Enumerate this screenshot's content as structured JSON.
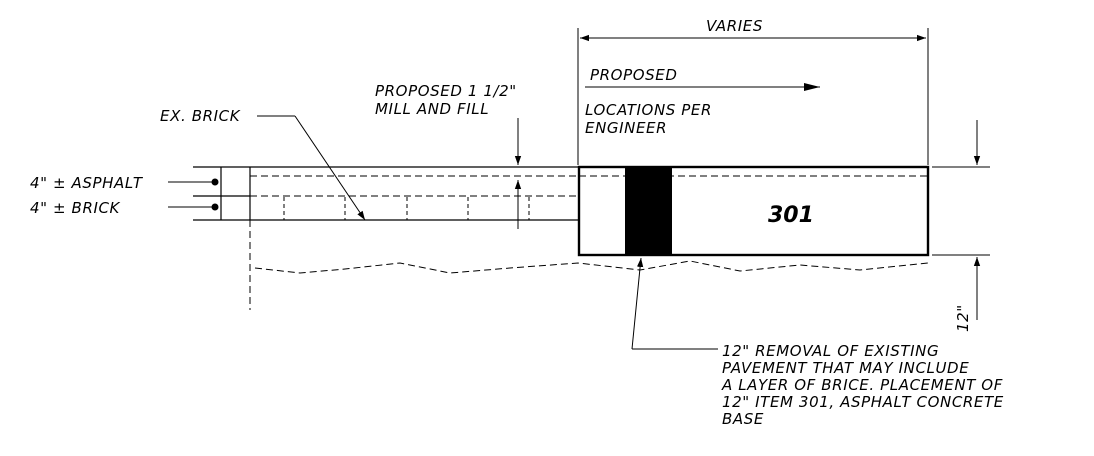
{
  "labels": {
    "varies": "VARIES",
    "proposed": "PROPOSED",
    "locations_line1": "LOCATIONS PER",
    "locations_line2": "ENGINEER",
    "mill_line1": "PROPOSED 1 1/2\"",
    "mill_line2": "MILL AND FILL",
    "ex_brick": "EX. BRICK",
    "asphalt": "4\" ± ASPHALT",
    "brick": "4\" ± BRICK",
    "item_301": "301",
    "depth_12": "12\"",
    "note_line1": "12\" REMOVAL OF EXISTING",
    "note_line2": "PAVEMENT THAT MAY INCLUDE",
    "note_line3": "A LAYER OF BRICE.  PLACEMENT OF",
    "note_line4": "12\" ITEM 301, ASPHALT CONCRETE",
    "note_line5": "BASE"
  }
}
